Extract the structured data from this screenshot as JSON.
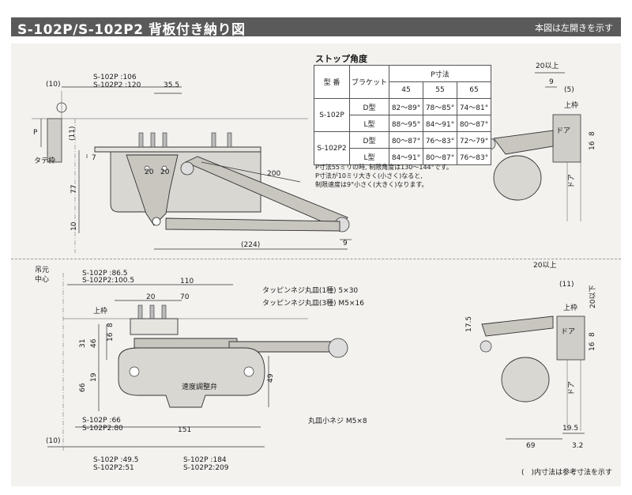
{
  "header": {
    "title": "S-102P/S-102P2 背板付き納り図",
    "note": "本図は左開きを示す"
  },
  "stop_table": {
    "title": "ストップ角度",
    "col_model": "型 番",
    "col_bracket": "ブラケット",
    "col_p": "P寸法",
    "p_values": [
      "45",
      "55",
      "65"
    ],
    "rows": [
      {
        "model": "S-102P",
        "bracket": "D型",
        "values": [
          "82～89°",
          "78～85°",
          "74～81°"
        ]
      },
      {
        "model": "",
        "bracket": "L型",
        "values": [
          "88～95°",
          "84～91°",
          "80～87°"
        ]
      },
      {
        "model": "S-102P2",
        "bracket": "D型",
        "values": [
          "80～87°",
          "76～83°",
          "72～79°"
        ]
      },
      {
        "model": "",
        "bracket": "L型",
        "values": [
          "84～91°",
          "80～87°",
          "76～83°"
        ]
      }
    ],
    "notes": [
      "P寸法55ミリの時, 制限角度は130～144°です。",
      "P寸法が10ミリ大きく(小さく)なると,",
      "制限速度は9°小さく(大きく)なります。"
    ]
  },
  "top_drawing": {
    "dim_10": "(10)",
    "dim_models": "S-102P  :106",
    "dim_models2": "S-102P2 :120",
    "dim_35_5": "35.5",
    "label_p": "P",
    "dim_11": "(11)",
    "label_tate": "タテ枠",
    "dim_7": "7",
    "dim_20a": "20",
    "dim_20b": "20",
    "dim_200": "200",
    "dim_77": "77",
    "dim_10b": "10",
    "dim_224": "(224)",
    "dim_9": "9"
  },
  "bottom_drawing": {
    "label_tsurimoto": "吊元",
    "label_chushin": "中心",
    "dim_model_a": "S-102P  :86.5",
    "dim_model_b": "S-102P2:100.5",
    "dim_110": "110",
    "dim_20": "20",
    "dim_70": "70",
    "screw1": "タッピンネジ丸皿(1種) 5×30",
    "screw2": "タッピンネジ丸皿(3種) M5×16",
    "label_uwawaku": "上枠",
    "dim_8": "8",
    "dim_16": "16",
    "dim_31": "31",
    "dim_46": "46",
    "dim_66": "66",
    "dim_19": "19",
    "dim_49": "49",
    "label_speed": "速度調整弁",
    "screw3": "丸皿小ネジ M5×8",
    "dim_model_c": "S-102P  :66",
    "dim_model_d": "S-102P2:80",
    "dim_151": "151",
    "dim_10": "(10)",
    "dim_model_e": "S-102P  :49.5",
    "dim_model_f": "S-102P2:51",
    "dim_model_g": "S-102P  :184",
    "dim_model_h": "S-102P2:209"
  },
  "side_top": {
    "dim_20ijo": "20以上",
    "dim_9": "9",
    "dim_5": "(5)",
    "label_uwawaku": "上枠",
    "label_door": "ドア",
    "dim_8": "8",
    "dim_16": "16",
    "label_door2": "ドア"
  },
  "side_bottom": {
    "dim_20ijo": "20以上",
    "dim_11": "(11)",
    "dim_20ika": "20以下",
    "dim_17_5": "17.5",
    "label_uwawaku": "上枠",
    "label_door": "ドア",
    "dim_8": "8",
    "dim_16": "16",
    "label_door2": "ドア",
    "dim_19_5": "19.5",
    "dim_69": "69",
    "dim_3_2": "3.2"
  },
  "footnote": "(　)内寸法は参考寸法を示す"
}
